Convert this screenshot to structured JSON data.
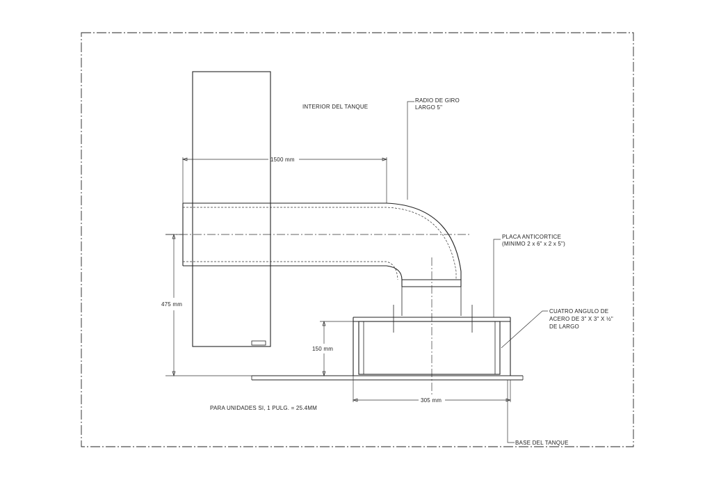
{
  "labels": {
    "tank_interior": "INTERIOR DEL TANQUE",
    "turn_radius_line1": "RADIO DE GIRO",
    "turn_radius_line2": "LARGO 5\"",
    "dim_length": "1500 mm",
    "anti_vortex_line1": "PLACA ANTICORTICE",
    "anti_vortex_line2": "(MINIMO 2 x 6\" x 2 x 5\")",
    "angle_line1": "CUATRO ANGULO DE",
    "angle_line2": "ACERO DE 3\" X 3\" X ½\"",
    "angle_line3": "DE LARGO",
    "dim_height": "475 mm",
    "dim_support": "150 mm",
    "dim_width": "305 mm",
    "units_note": "PARA UNIDADES SI, 1 PULG. = 25.4MM",
    "tank_base": "BASE DEL TANQUE"
  }
}
